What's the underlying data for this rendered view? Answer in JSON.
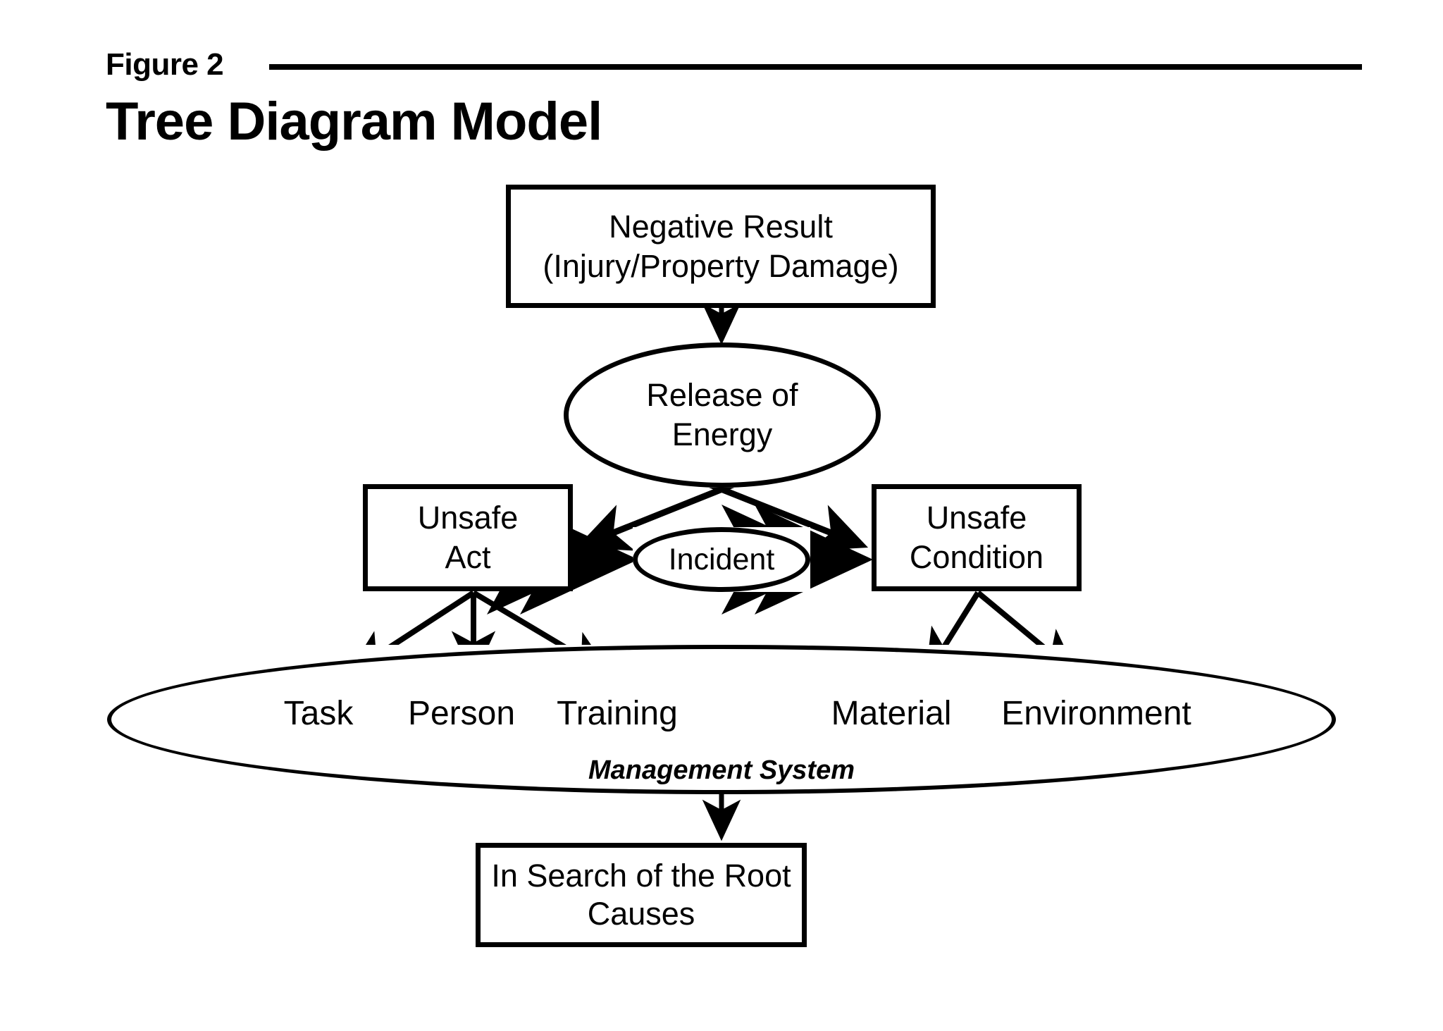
{
  "header": {
    "figure_label": "Figure 2",
    "title": "Tree Diagram Model",
    "rule_color": "#000000"
  },
  "diagram": {
    "type": "tree-diagram",
    "background": "#ffffff",
    "stroke_color": "#000000",
    "nodes": {
      "negative_result": {
        "label": "Negative Result\n(Injury/Property Damage)",
        "shape": "rectangle"
      },
      "release_of_energy": {
        "label": "Release of\nEnergy",
        "shape": "ellipse"
      },
      "unsafe_act": {
        "label": "Unsafe\nAct",
        "shape": "rectangle"
      },
      "incident": {
        "label": "Incident",
        "shape": "ellipse"
      },
      "unsafe_condition": {
        "label": "Unsafe\nCondition",
        "shape": "rectangle"
      },
      "management_system": {
        "label": "Management System",
        "shape": "ellipse"
      },
      "root_causes": {
        "label": "In Search of the Root Causes",
        "shape": "rectangle"
      }
    },
    "causes": [
      {
        "id": "task",
        "label": "Task"
      },
      {
        "id": "person",
        "label": "Person"
      },
      {
        "id": "training",
        "label": "Training"
      },
      {
        "id": "material",
        "label": "Material"
      },
      {
        "id": "environment",
        "label": "Environment"
      }
    ],
    "edges": [
      {
        "from": "negative_result",
        "to": "release_of_energy",
        "style": "arrow-down"
      },
      {
        "from": "release_of_energy",
        "to": "unsafe_act",
        "style": "arrow-diagonal-left"
      },
      {
        "from": "release_of_energy",
        "to": "unsafe_condition",
        "style": "arrow-diagonal-right"
      },
      {
        "from": "unsafe_act",
        "to": "incident",
        "style": "double-arrow"
      },
      {
        "from": "incident",
        "to": "unsafe_condition",
        "style": "double-arrow"
      },
      {
        "from": "unsafe_act",
        "to": "task",
        "style": "arrow-down"
      },
      {
        "from": "unsafe_act",
        "to": "person",
        "style": "arrow-down"
      },
      {
        "from": "unsafe_act",
        "to": "training",
        "style": "arrow-down"
      },
      {
        "from": "unsafe_condition",
        "to": "material",
        "style": "arrow-down"
      },
      {
        "from": "unsafe_condition",
        "to": "environment",
        "style": "arrow-down"
      },
      {
        "from": "management_system",
        "to": "root_causes",
        "style": "arrow-down"
      }
    ]
  }
}
